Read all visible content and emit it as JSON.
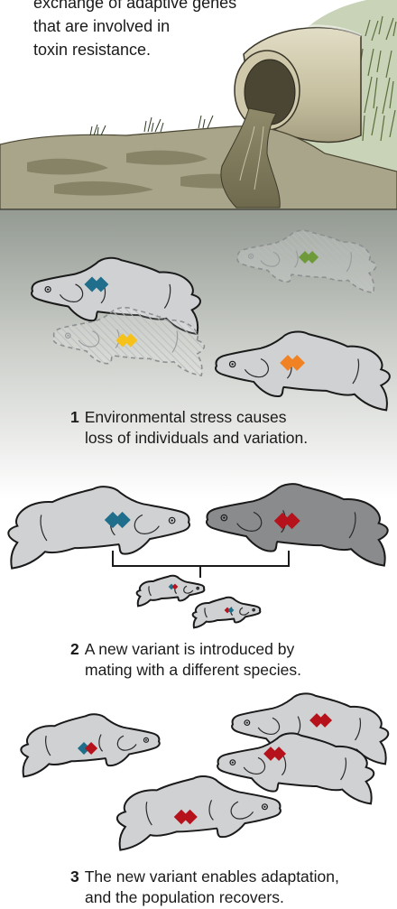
{
  "intro": {
    "lines": [
      "exchange of adaptive genes",
      "that are involved in",
      "toxin resistance."
    ]
  },
  "steps": [
    {
      "number": "1",
      "line1": "Environmental stress causes",
      "line2": "loss of individuals and variation."
    },
    {
      "number": "2",
      "line1": "A new variant is introduced by",
      "line2": "mating with a different species."
    },
    {
      "number": "3",
      "line1": "The new variant enables adaptation,",
      "line2": "and the population recovers."
    }
  ],
  "colors": {
    "variant_blue": "#1f6e8c",
    "variant_red": "#b5121b",
    "variant_yellow": "#f6c21a",
    "variant_orange": "#f08224",
    "variant_green": "#6e9a3a",
    "fish_light": "#d0d1d3",
    "fish_dark": "#8a8b8d",
    "water_top": "#9ea59e",
    "water_bottom": "#ffffff",
    "bank": "#a9a58a",
    "pipe": "#c9c3a9"
  }
}
